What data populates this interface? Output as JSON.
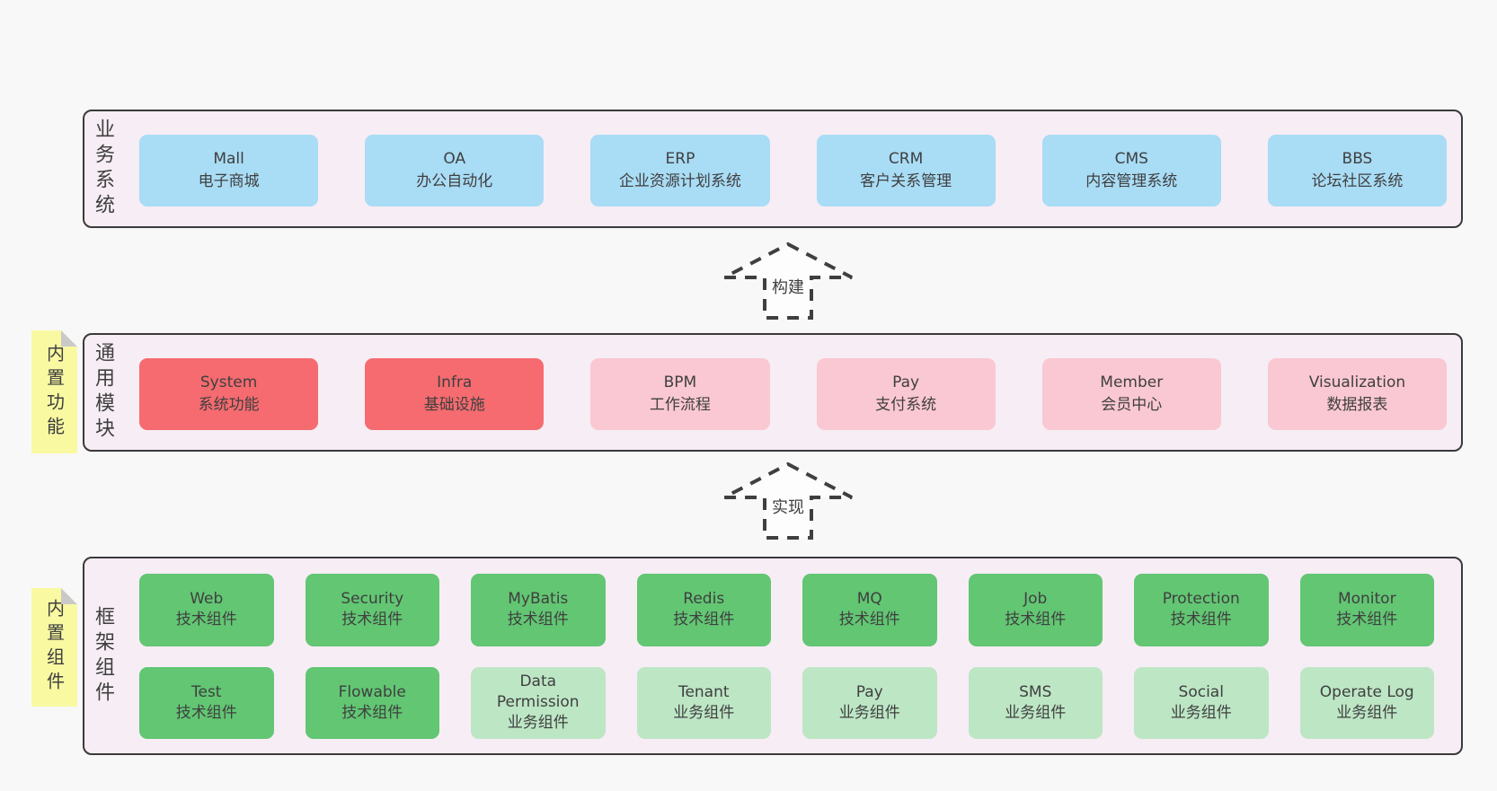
{
  "diagram": {
    "arrows": [
      {
        "label": "构建"
      },
      {
        "label": "实现"
      }
    ],
    "layers": [
      {
        "label": "业务系统",
        "boxes": [
          {
            "name": "Mall",
            "desc": "电子商城"
          },
          {
            "name": "OA",
            "desc": "办公自动化"
          },
          {
            "name": "ERP",
            "desc": "企业资源计划系统"
          },
          {
            "name": "CRM",
            "desc": "客户关系管理"
          },
          {
            "name": "CMS",
            "desc": "内容管理系统"
          },
          {
            "name": "BBS",
            "desc": "论坛社区系统"
          }
        ]
      },
      {
        "tag": "内置功能",
        "label": "通用模块",
        "boxes": [
          {
            "name": "System",
            "desc": "系统功能"
          },
          {
            "name": "Infra",
            "desc": "基础设施"
          },
          {
            "name": "BPM",
            "desc": "工作流程"
          },
          {
            "name": "Pay",
            "desc": "支付系统"
          },
          {
            "name": "Member",
            "desc": "会员中心"
          },
          {
            "name": "Visualization",
            "desc": "数据报表"
          }
        ]
      },
      {
        "tag": "内置组件",
        "label": "框架组件",
        "rows": [
          [
            {
              "name": "Web",
              "desc": "技术组件"
            },
            {
              "name": "Security",
              "desc": "技术组件"
            },
            {
              "name": "MyBatis",
              "desc": "技术组件"
            },
            {
              "name": "Redis",
              "desc": "技术组件"
            },
            {
              "name": "MQ",
              "desc": "技术组件"
            },
            {
              "name": "Job",
              "desc": "技术组件"
            },
            {
              "name": "Protection",
              "desc": "技术组件"
            },
            {
              "name": "Monitor",
              "desc": "技术组件"
            }
          ],
          [
            {
              "name": "Test",
              "desc": "技术组件"
            },
            {
              "name": "Flowable",
              "desc": "技术组件"
            },
            {
              "name": "Data Permission",
              "desc": "业务组件"
            },
            {
              "name": "Tenant",
              "desc": "业务组件"
            },
            {
              "name": "Pay",
              "desc": "业务组件"
            },
            {
              "name": "SMS",
              "desc": "业务组件"
            },
            {
              "name": "Social",
              "desc": "业务组件"
            },
            {
              "name": "Operate Log",
              "desc": "业务组件"
            }
          ]
        ]
      }
    ],
    "palette": {
      "page_background": "#f8f8f8",
      "layer_background": "#f7edf5",
      "layer_border": "#3a3a3a",
      "blue_box": "#a9dcf5",
      "red_box": "#f56b6f",
      "pink_box": "#fac8d2",
      "green_box": "#62c673",
      "green_light_box": "#bde6c5",
      "note_yellow": "#f9f9a2",
      "note_fold_grey": "#c9c9c9",
      "arrow_fill": "#fdfdfd",
      "text": "#3f3f3f"
    }
  }
}
